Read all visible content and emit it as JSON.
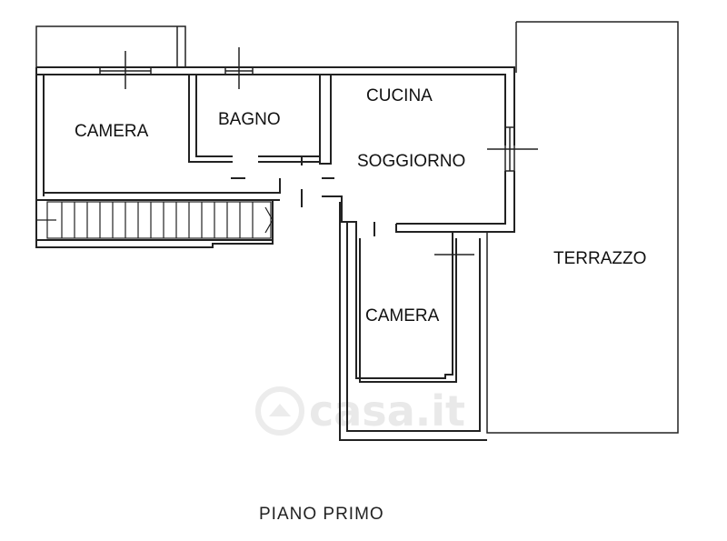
{
  "rooms": {
    "camera_1": "CAMERA",
    "bagno": "BAGNO",
    "cucina": "CUCINA",
    "soggiorno": "SOGGIORNO",
    "camera_2": "CAMERA",
    "terrazzo": "TERRAZZO"
  },
  "caption": "PIANO PRIMO",
  "watermark": "casa.it"
}
